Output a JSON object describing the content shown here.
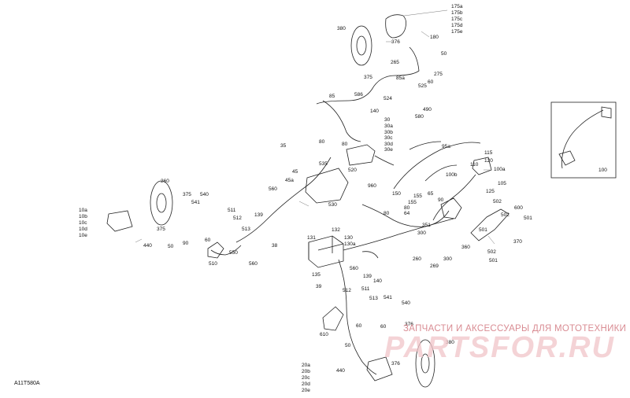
{
  "diagram": {
    "code": "A11T580A",
    "watermark_text": "ЗАПЧАСТИ И АКСЕССУАРЫ ДЛЯ МОТОТЕХНИКИ",
    "watermark_logo": "PARTSFOR.RU",
    "labels": {
      "l175a": "175a",
      "l175b": "175b",
      "l175c": "175c",
      "l175d": "175d",
      "l175e": "175e",
      "l380a": "380",
      "l180": "180",
      "l376a": "376",
      "l50a": "50",
      "l265": "265",
      "l375a": "375",
      "l275": "275",
      "l60a": "60",
      "l85a": "85a",
      "l525": "525",
      "l85": "85",
      "l586": "586",
      "l524": "524",
      "l140a": "140",
      "l490": "490",
      "l580": "580",
      "l30": "30",
      "l30a": "30a",
      "l30b": "30b",
      "l30c": "30c",
      "l30d": "30d",
      "l30e": "30e",
      "l35": "35",
      "l80a": "80",
      "l80b": "80",
      "l45a": "45",
      "l535": "535",
      "l520": "520",
      "l45b": "45a",
      "l560a": "560",
      "l530": "530",
      "l960": "960",
      "l95a": "95a",
      "l115": "115",
      "l110": "110",
      "l120": "120",
      "l100a": "100a",
      "l100b": "100b",
      "l105": "105",
      "l125": "125",
      "l100": "100",
      "l150": "150",
      "l155": "155",
      "l155b": "155",
      "l65": "65",
      "l90": "90",
      "l80c": "80",
      "l64": "64",
      "l80d": "80",
      "l502a": "502",
      "l600": "600",
      "l501a": "501",
      "l502b": "502",
      "l300a": "300",
      "l351": "351",
      "l360": "360",
      "l370": "370",
      "l501b": "501",
      "l502c": "502",
      "l501c": "501",
      "l260": "260",
      "l300b": "300",
      "l269": "269",
      "l260b": "260",
      "l375b": "375",
      "l540a": "540",
      "l541a": "541",
      "l511a": "511",
      "l512a": "512",
      "l139a": "139",
      "l375c": "375",
      "l513a": "513",
      "l10a": "10a",
      "l10b": "10b",
      "l10c": "10c",
      "l10d": "10d",
      "l10e": "10e",
      "l440a": "440",
      "l50b": "50",
      "l90b": "90",
      "l60b": "60",
      "l550": "550",
      "l510a": "510",
      "l560b": "560",
      "l38": "38",
      "l131": "131",
      "l132": "132",
      "l130": "130",
      "l130a": "130a",
      "l135": "135",
      "l560c": "560",
      "l139b": "139",
      "l140b": "140",
      "l39": "39",
      "l512b": "512",
      "l511b": "511",
      "l513b": "513",
      "l541b": "541",
      "l540b": "540",
      "l610": "610",
      "l60c": "60",
      "l60d": "60",
      "l50c": "50",
      "l376b": "376",
      "l380b": "380",
      "l376c": "376",
      "l440b": "440",
      "l20a": "20a",
      "l20b": "20b",
      "l20c": "20c",
      "l20d": "20d",
      "l20e": "20e"
    }
  }
}
